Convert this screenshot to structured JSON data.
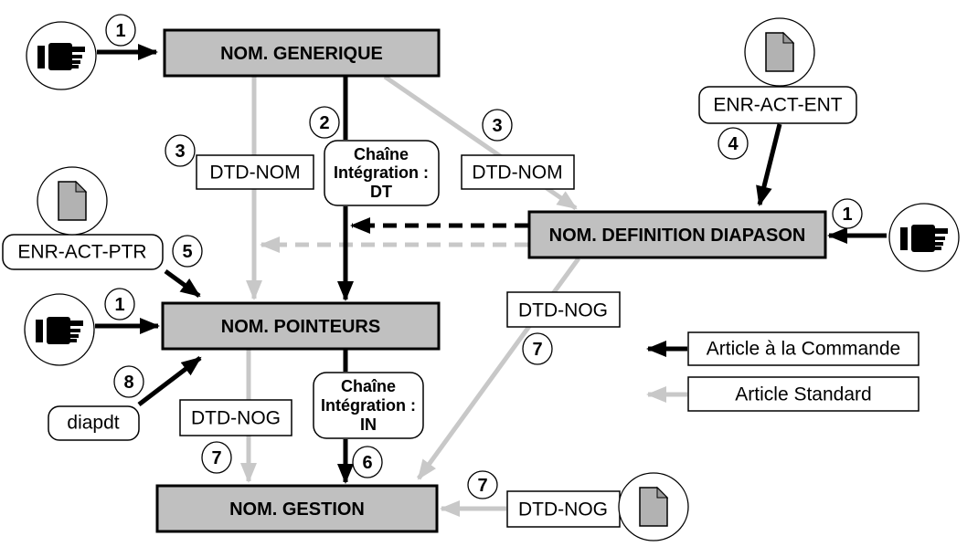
{
  "boxes": {
    "generique": "NOM. GENERIQUE",
    "definition_diapason": "NOM. DEFINITION DIAPASON",
    "pointeurs": "NOM. POINTEURS",
    "gestion": "NOM. GESTION"
  },
  "labels": {
    "dtd_nom": "DTD-NOM",
    "dtd_nog": "DTD-NOG",
    "enr_act_ent": "ENR-ACT-ENT",
    "enr_act_ptr": "ENR-ACT-PTR",
    "diapdt": "diapdt"
  },
  "chaine_dt": {
    "l1": "Chaîne",
    "l2": "Intégration :",
    "l3": "DT"
  },
  "chaine_in": {
    "l1": "Chaîne",
    "l2": "Intégration :",
    "l3": "IN"
  },
  "steps": {
    "one": "1",
    "two": "2",
    "three": "3",
    "four": "4",
    "five": "5",
    "six": "6",
    "seven": "7",
    "eight": "8"
  },
  "legend": {
    "commande": "Article à la Commande",
    "standard": "Article Standard"
  },
  "icons": {
    "hand": "pointing-hand-icon",
    "document": "document-icon"
  },
  "colors": {
    "box_fill": "#c0c0c0",
    "arrow_black": "#000000",
    "arrow_gray": "#c8c8c8",
    "doc_fill": "#b2b2b2",
    "doc_fold": "#9a9a9a"
  }
}
